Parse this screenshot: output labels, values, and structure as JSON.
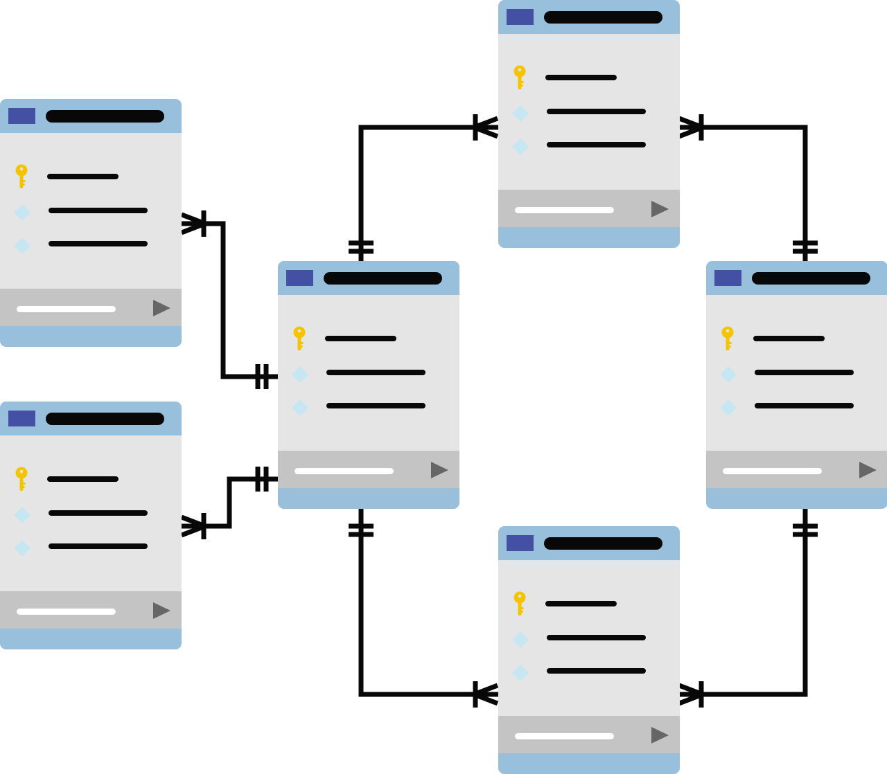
{
  "colors": {
    "header": "#98c0dc",
    "header_tag": "#4350a4",
    "title_bar": "#080808",
    "body": "#e5e5e5",
    "footer": "#c4c4c4",
    "footer_pill": "#ffffff",
    "footer_arrow": "#666666",
    "bottom_band": "#98c0dc",
    "key": "#f5c400",
    "diamond": "#c6e6f2",
    "field_line": "#080808",
    "connector": "#080808"
  },
  "icons": {
    "primary_key": "key-icon",
    "field": "diamond-icon",
    "footer_action": "play-icon"
  },
  "tables": [
    {
      "id": "top-left-table",
      "rows": [
        "primary-key",
        "field",
        "field"
      ]
    },
    {
      "id": "bottom-left-table",
      "rows": [
        "primary-key",
        "field",
        "field"
      ]
    },
    {
      "id": "center-table",
      "rows": [
        "primary-key",
        "field",
        "field"
      ]
    },
    {
      "id": "top-right-table",
      "rows": [
        "primary-key",
        "field",
        "field"
      ]
    },
    {
      "id": "right-table",
      "rows": [
        "primary-key",
        "field",
        "field"
      ]
    },
    {
      "id": "bottom-table",
      "rows": [
        "primary-key",
        "field",
        "field"
      ]
    }
  ],
  "relationships": [
    {
      "from": "center-table",
      "to": "top-left-table",
      "from_end": "one-and-only-one",
      "to_end": "one-or-many"
    },
    {
      "from": "center-table",
      "to": "bottom-left-table",
      "from_end": "one-and-only-one",
      "to_end": "one-or-many"
    },
    {
      "from": "center-table",
      "to": "top-right-table",
      "from_end": "one-and-only-one",
      "to_end": "one-or-many"
    },
    {
      "from": "right-table",
      "to": "top-right-table",
      "from_end": "one-and-only-one",
      "to_end": "one-or-many"
    },
    {
      "from": "center-table",
      "to": "bottom-table",
      "from_end": "one-and-only-one",
      "to_end": "one-or-many"
    },
    {
      "from": "right-table",
      "to": "bottom-table",
      "from_end": "one-and-only-one",
      "to_end": "one-or-many"
    }
  ]
}
